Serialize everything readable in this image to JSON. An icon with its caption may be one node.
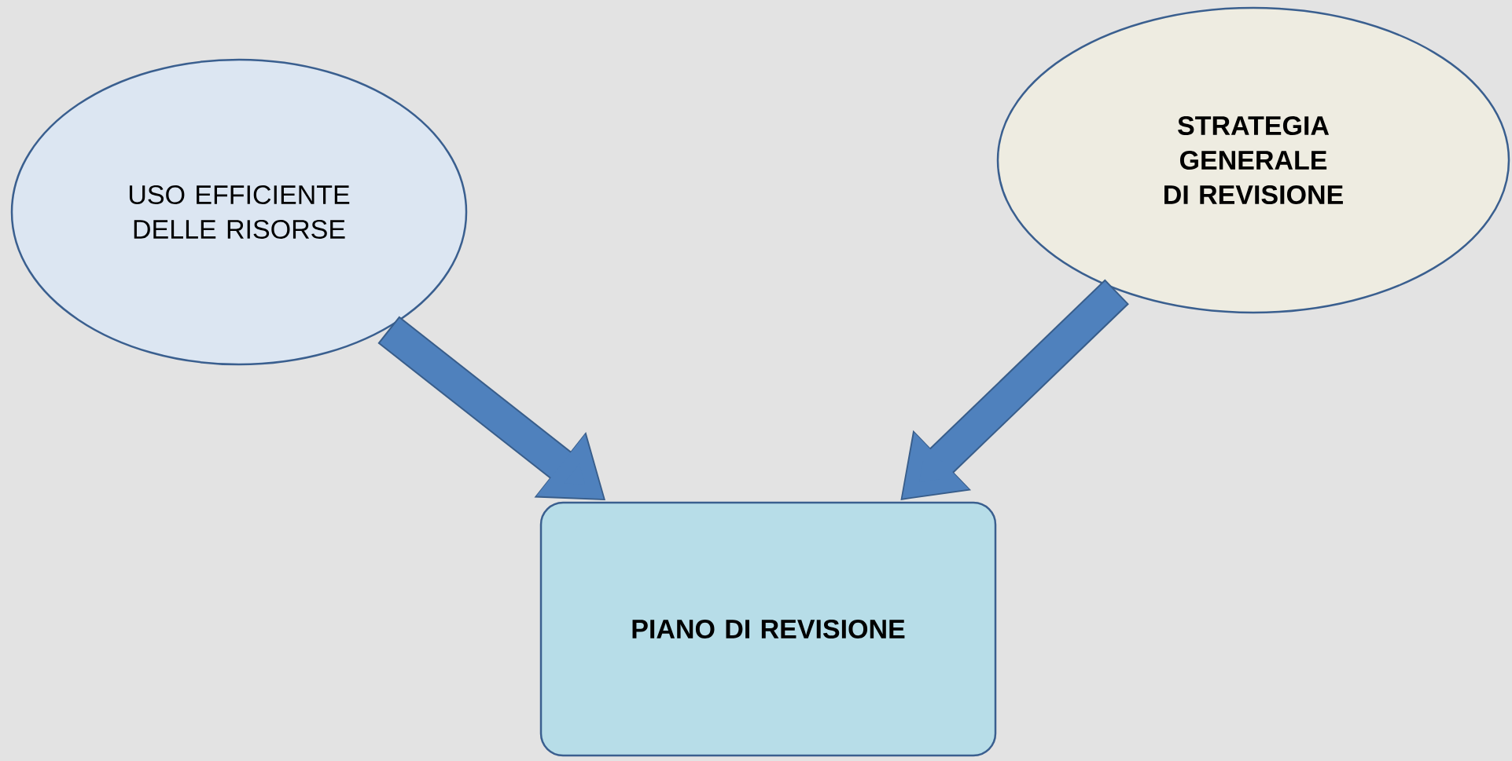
{
  "diagram": {
    "nodes": [
      {
        "text": [
          "USO EFFICIENTE DELLE RISORSE"
        ]
      },
      {
        "text": [
          "STRATEGIA GENERALE DI REVISIONE"
        ]
      },
      {
        "text": [
          "PIANO DI REVISIONE"
        ]
      }
    ],
    "edges": [
      {
        "from": 0,
        "to": 2,
        "arrow": "to"
      },
      {
        "from": 1,
        "to": 2,
        "arrow": "to"
      }
    ]
  }
}
